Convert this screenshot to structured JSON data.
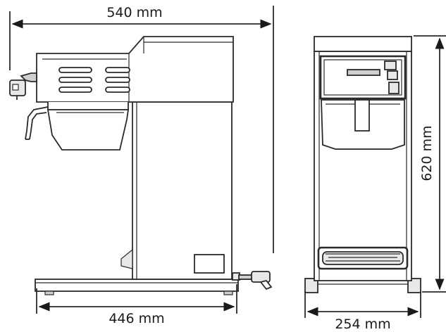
{
  "dimensions": {
    "overall_width": "540 mm",
    "base_width": "446 mm",
    "height": "620 mm",
    "front_width": "254 mm"
  }
}
